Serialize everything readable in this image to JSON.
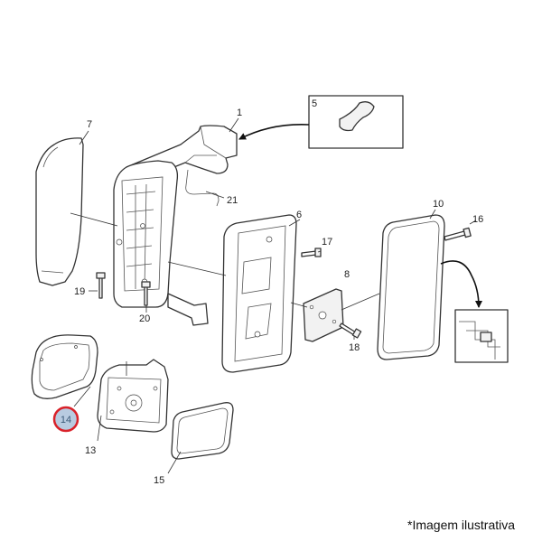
{
  "callouts": {
    "c1": "1",
    "c5": "5",
    "c6": "6",
    "c7": "7",
    "c8": "8",
    "c10": "10",
    "c13": "13",
    "c14": "14",
    "c15": "15",
    "c16": "16",
    "c17": "17",
    "c18": "18",
    "c19": "19",
    "c20": "20",
    "c21": "21"
  },
  "highlight": {
    "label": "14",
    "ring_color": "#d9222a",
    "fill_color": "#b8cbe0"
  },
  "caption": "*Imagem ilustrativa",
  "colors": {
    "line": "#333333",
    "background": "#ffffff"
  }
}
